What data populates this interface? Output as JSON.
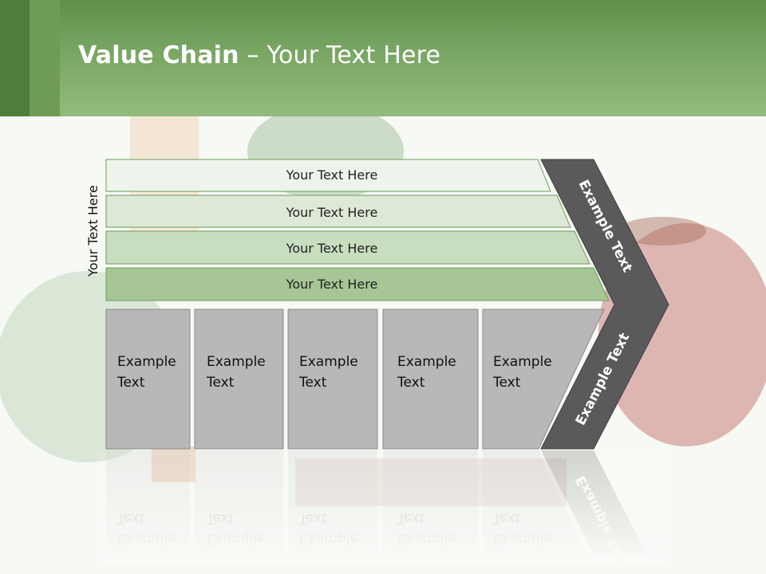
{
  "slide": {
    "title_bold": "Value Chain",
    "title_dash": " – ",
    "title_rest": "Your Text Here",
    "side_label": "Your Text Here"
  },
  "bands": [
    {
      "label": "Your Text Here",
      "color": "#eef4eb"
    },
    {
      "label": "Your Text Here",
      "color": "#dde9d6"
    },
    {
      "label": "Your Text Here",
      "color": "#c9ddbf"
    },
    {
      "label": "Your Text Here",
      "color": "#a6c795"
    }
  ],
  "boxes": [
    {
      "line1": "Example",
      "line2": "Text"
    },
    {
      "line1": "Example",
      "line2": "Text"
    },
    {
      "line1": "Example",
      "line2": "Text"
    },
    {
      "line1": "Example",
      "line2": "Text"
    },
    {
      "line1": "Example",
      "line2": "Text"
    }
  ],
  "arrow": {
    "upper_label": "Example Text",
    "lower_label": "Example Text",
    "color": "#5a5a5a"
  },
  "colors": {
    "box_fill": "#b8b8b8",
    "box_stroke": "#8a8a8a",
    "band_stroke": "#6f9a5c",
    "header": "#79a664"
  }
}
